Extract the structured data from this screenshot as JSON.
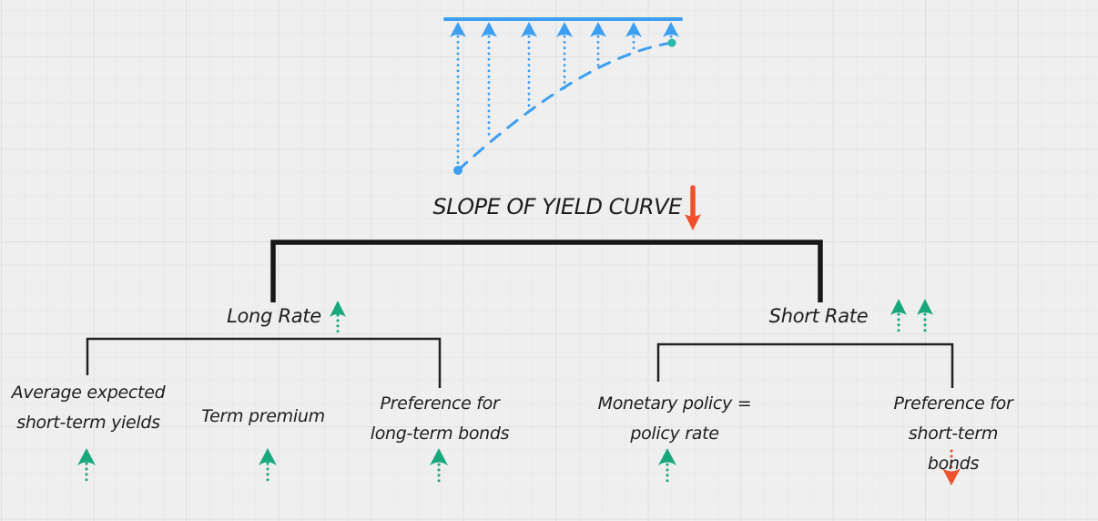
{
  "colors": {
    "background": "#efeff0",
    "grid_minor": "#e8e9ea",
    "grid_major": "#e0e1e3",
    "ink": "#1e1e1e",
    "blue": "#3d9ff3",
    "green": "#19a87c",
    "red": "#f0512c",
    "teal_dot": "#2cb8a5"
  },
  "sketch": {
    "name": "flattening yield curve drawing",
    "up_arrows_count": 7,
    "style": "dotted blue arrows rising to a flat blue line, dashed curve through their bases"
  },
  "title": {
    "label": "SLOPE OF YIELD CURVE",
    "trend_arrow": "down-red"
  },
  "tree": {
    "branches": [
      {
        "label": "Long Rate",
        "arrows": [
          "up-green"
        ],
        "children": [
          {
            "label": "Average expected\nshort-term yields",
            "arrow": "up-green"
          },
          {
            "label": "Term premium",
            "arrow": "up-green"
          },
          {
            "label": "Preference for\nlong-term bonds",
            "arrow": "up-green"
          }
        ]
      },
      {
        "label": "Short Rate",
        "arrows": [
          "up-green",
          "up-green"
        ],
        "children": [
          {
            "label": "Monetary policy =\npolicy rate",
            "arrow": "up-green"
          },
          {
            "label": "Preference for\nshort-term bonds",
            "arrow": "down-red"
          }
        ]
      }
    ]
  }
}
